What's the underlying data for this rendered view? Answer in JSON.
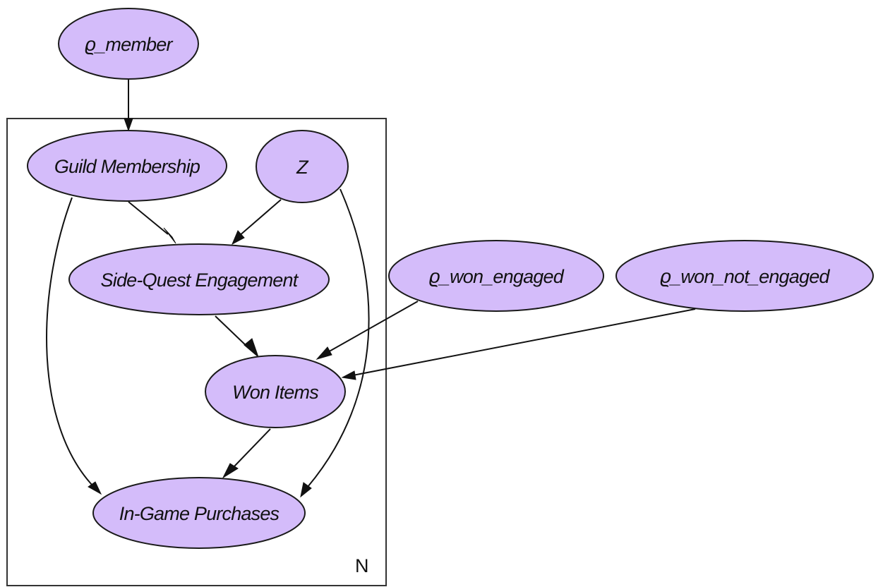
{
  "diagram": {
    "type": "plate-notation probabilistic graphical model",
    "plate": {
      "label": "N"
    },
    "nodes": {
      "rho_member": {
        "label": "ϱ_member"
      },
      "guild_membership": {
        "label": "Guild Membership"
      },
      "z": {
        "label": "Z"
      },
      "side_quest_engagement": {
        "label": "Side-Quest Engagement"
      },
      "rho_won_engaged": {
        "label": "ϱ_won_engaged"
      },
      "rho_won_not_engaged": {
        "label": "ϱ_won_not_engaged"
      },
      "won_items": {
        "label": "Won Items"
      },
      "in_game_purchases": {
        "label": "In-Game Purchases"
      }
    },
    "edges": [
      {
        "from": "rho_member",
        "to": "guild_membership"
      },
      {
        "from": "guild_membership",
        "to": "side_quest_engagement"
      },
      {
        "from": "z",
        "to": "side_quest_engagement"
      },
      {
        "from": "guild_membership",
        "to": "in_game_purchases"
      },
      {
        "from": "z",
        "to": "in_game_purchases"
      },
      {
        "from": "side_quest_engagement",
        "to": "won_items"
      },
      {
        "from": "rho_won_engaged",
        "to": "won_items"
      },
      {
        "from": "rho_won_not_engaged",
        "to": "won_items"
      },
      {
        "from": "won_items",
        "to": "in_game_purchases"
      }
    ],
    "colors": {
      "node_fill": "#d4bcfa",
      "stroke": "#1a1a1a",
      "background": "#ffffff"
    }
  }
}
